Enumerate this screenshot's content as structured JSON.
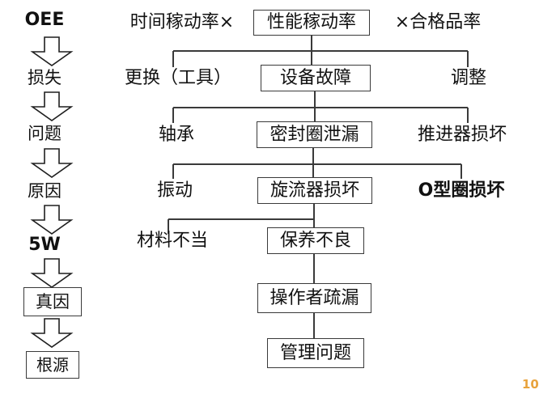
{
  "slide": {
    "background_color": "#ffffff",
    "line_color": "#3a3a3a",
    "text_color": "#111111",
    "page_number": "10",
    "page_number_color": "#e8a33d"
  },
  "rail": {
    "title": "OEE",
    "steps": [
      {
        "label": "OEE",
        "boxed": false,
        "bold": true
      },
      {
        "label": "损失",
        "boxed": false,
        "bold": false
      },
      {
        "label": "问题",
        "boxed": false,
        "bold": false
      },
      {
        "label": "原因",
        "boxed": false,
        "bold": false
      },
      {
        "label": "5W",
        "boxed": false,
        "bold": true
      },
      {
        "label": "真因",
        "boxed": true,
        "bold": false
      },
      {
        "label": "根源",
        "boxed": true,
        "bold": false
      }
    ],
    "arrow_name": "down-arrow-icon"
  },
  "tree": {
    "levels": [
      {
        "level": 1,
        "left": "时间稼动率×",
        "center": "性能稼动率",
        "right": "×合格品率",
        "center_boxed": true
      },
      {
        "level": 2,
        "left": "更换（工具）",
        "center": "设备故障",
        "right": "调整",
        "center_boxed": true
      },
      {
        "level": 3,
        "left": "轴承",
        "center": "密封圈泄漏",
        "right": "推进器损坏",
        "center_boxed": true
      },
      {
        "level": 4,
        "left": "振动",
        "center": "旋流器损坏",
        "right": "O型圈损坏",
        "center_boxed": true
      },
      {
        "level": 5,
        "left": "材料不当",
        "center": "保养不良",
        "right": "",
        "center_boxed": true
      },
      {
        "level": 6,
        "left": "",
        "center": "操作者疏漏",
        "right": "",
        "center_boxed": true
      },
      {
        "level": 7,
        "left": "",
        "center": "管理问题",
        "right": "",
        "center_boxed": true
      }
    ]
  }
}
